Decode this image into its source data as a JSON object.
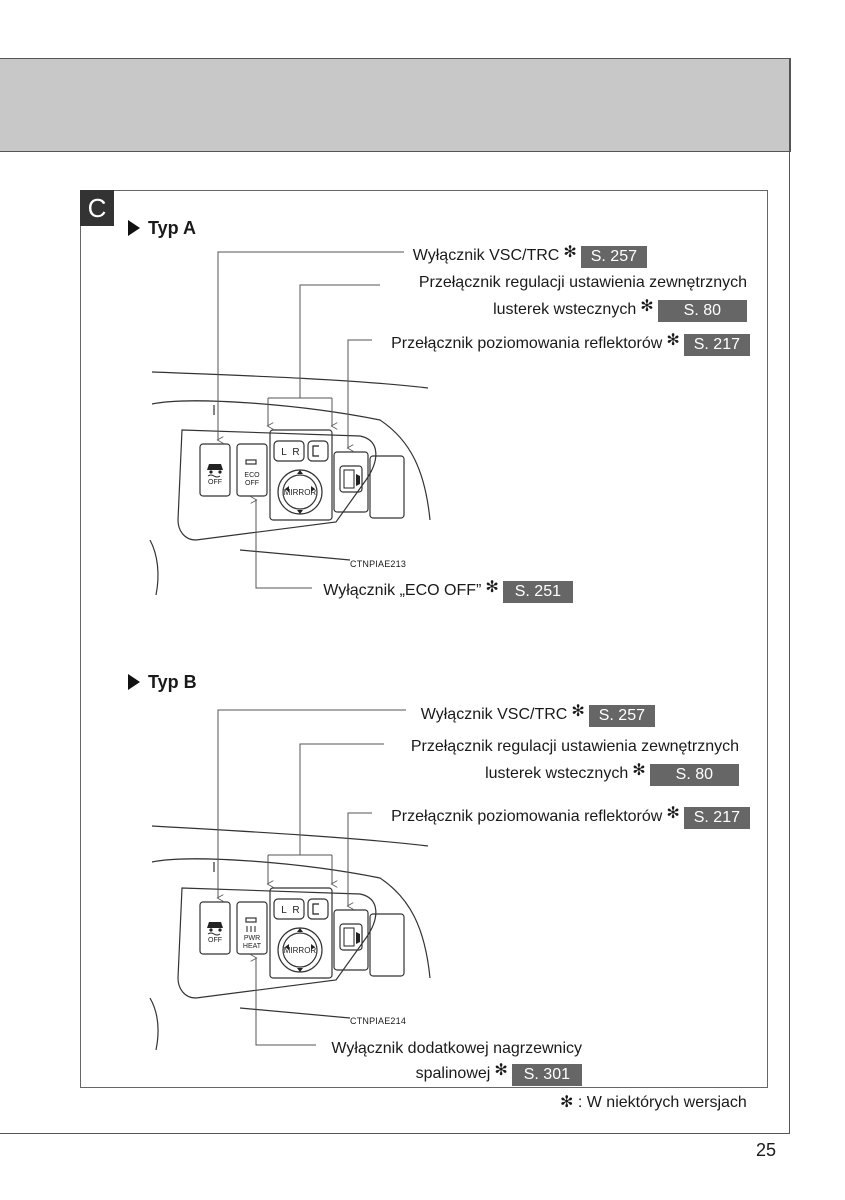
{
  "section": "C",
  "page_number": "25",
  "footnote": {
    "mark": "✻",
    "text": ": W niektórych wersjach"
  },
  "type_a": {
    "heading": "Typ A",
    "image_code": "CTNPIAE213",
    "panel": {
      "eco_line1": "ECO",
      "eco_line2": "OFF",
      "off": "OFF",
      "l": "L",
      "r": "R",
      "mirror": "MIRROR"
    },
    "callouts": [
      {
        "lines": [
          "Wyłącznik VSC/TRC"
        ],
        "ref": "S. 257"
      },
      {
        "lines": [
          "Przełącznik regulacji ustawienia zewnętrznych",
          "lusterek wstecznych"
        ],
        "ref": "S. 80"
      },
      {
        "lines": [
          "Przełącznik poziomowania reflektorów"
        ],
        "ref": "S. 217"
      },
      {
        "lines": [
          "Wyłącznik „ECO OFF”"
        ],
        "ref": "S. 251"
      }
    ]
  },
  "type_b": {
    "heading": "Typ B",
    "image_code": "CTNPIAE214",
    "panel": {
      "pwr_line1": "PWR",
      "pwr_line2": "HEAT",
      "off": "OFF",
      "l": "L",
      "r": "R",
      "mirror": "MIRROR"
    },
    "callouts": [
      {
        "lines": [
          "Wyłącznik VSC/TRC"
        ],
        "ref": "S. 257"
      },
      {
        "lines": [
          "Przełącznik regulacji ustawienia zewnętrznych",
          "lusterek wstecznych"
        ],
        "ref": "S. 80"
      },
      {
        "lines": [
          "Przełącznik poziomowania reflektorów"
        ],
        "ref": "S. 217"
      },
      {
        "lines": [
          "Wyłącznik dodatkowej nagrzewnicy",
          "spalinowej"
        ],
        "ref": "S. 301"
      }
    ]
  }
}
